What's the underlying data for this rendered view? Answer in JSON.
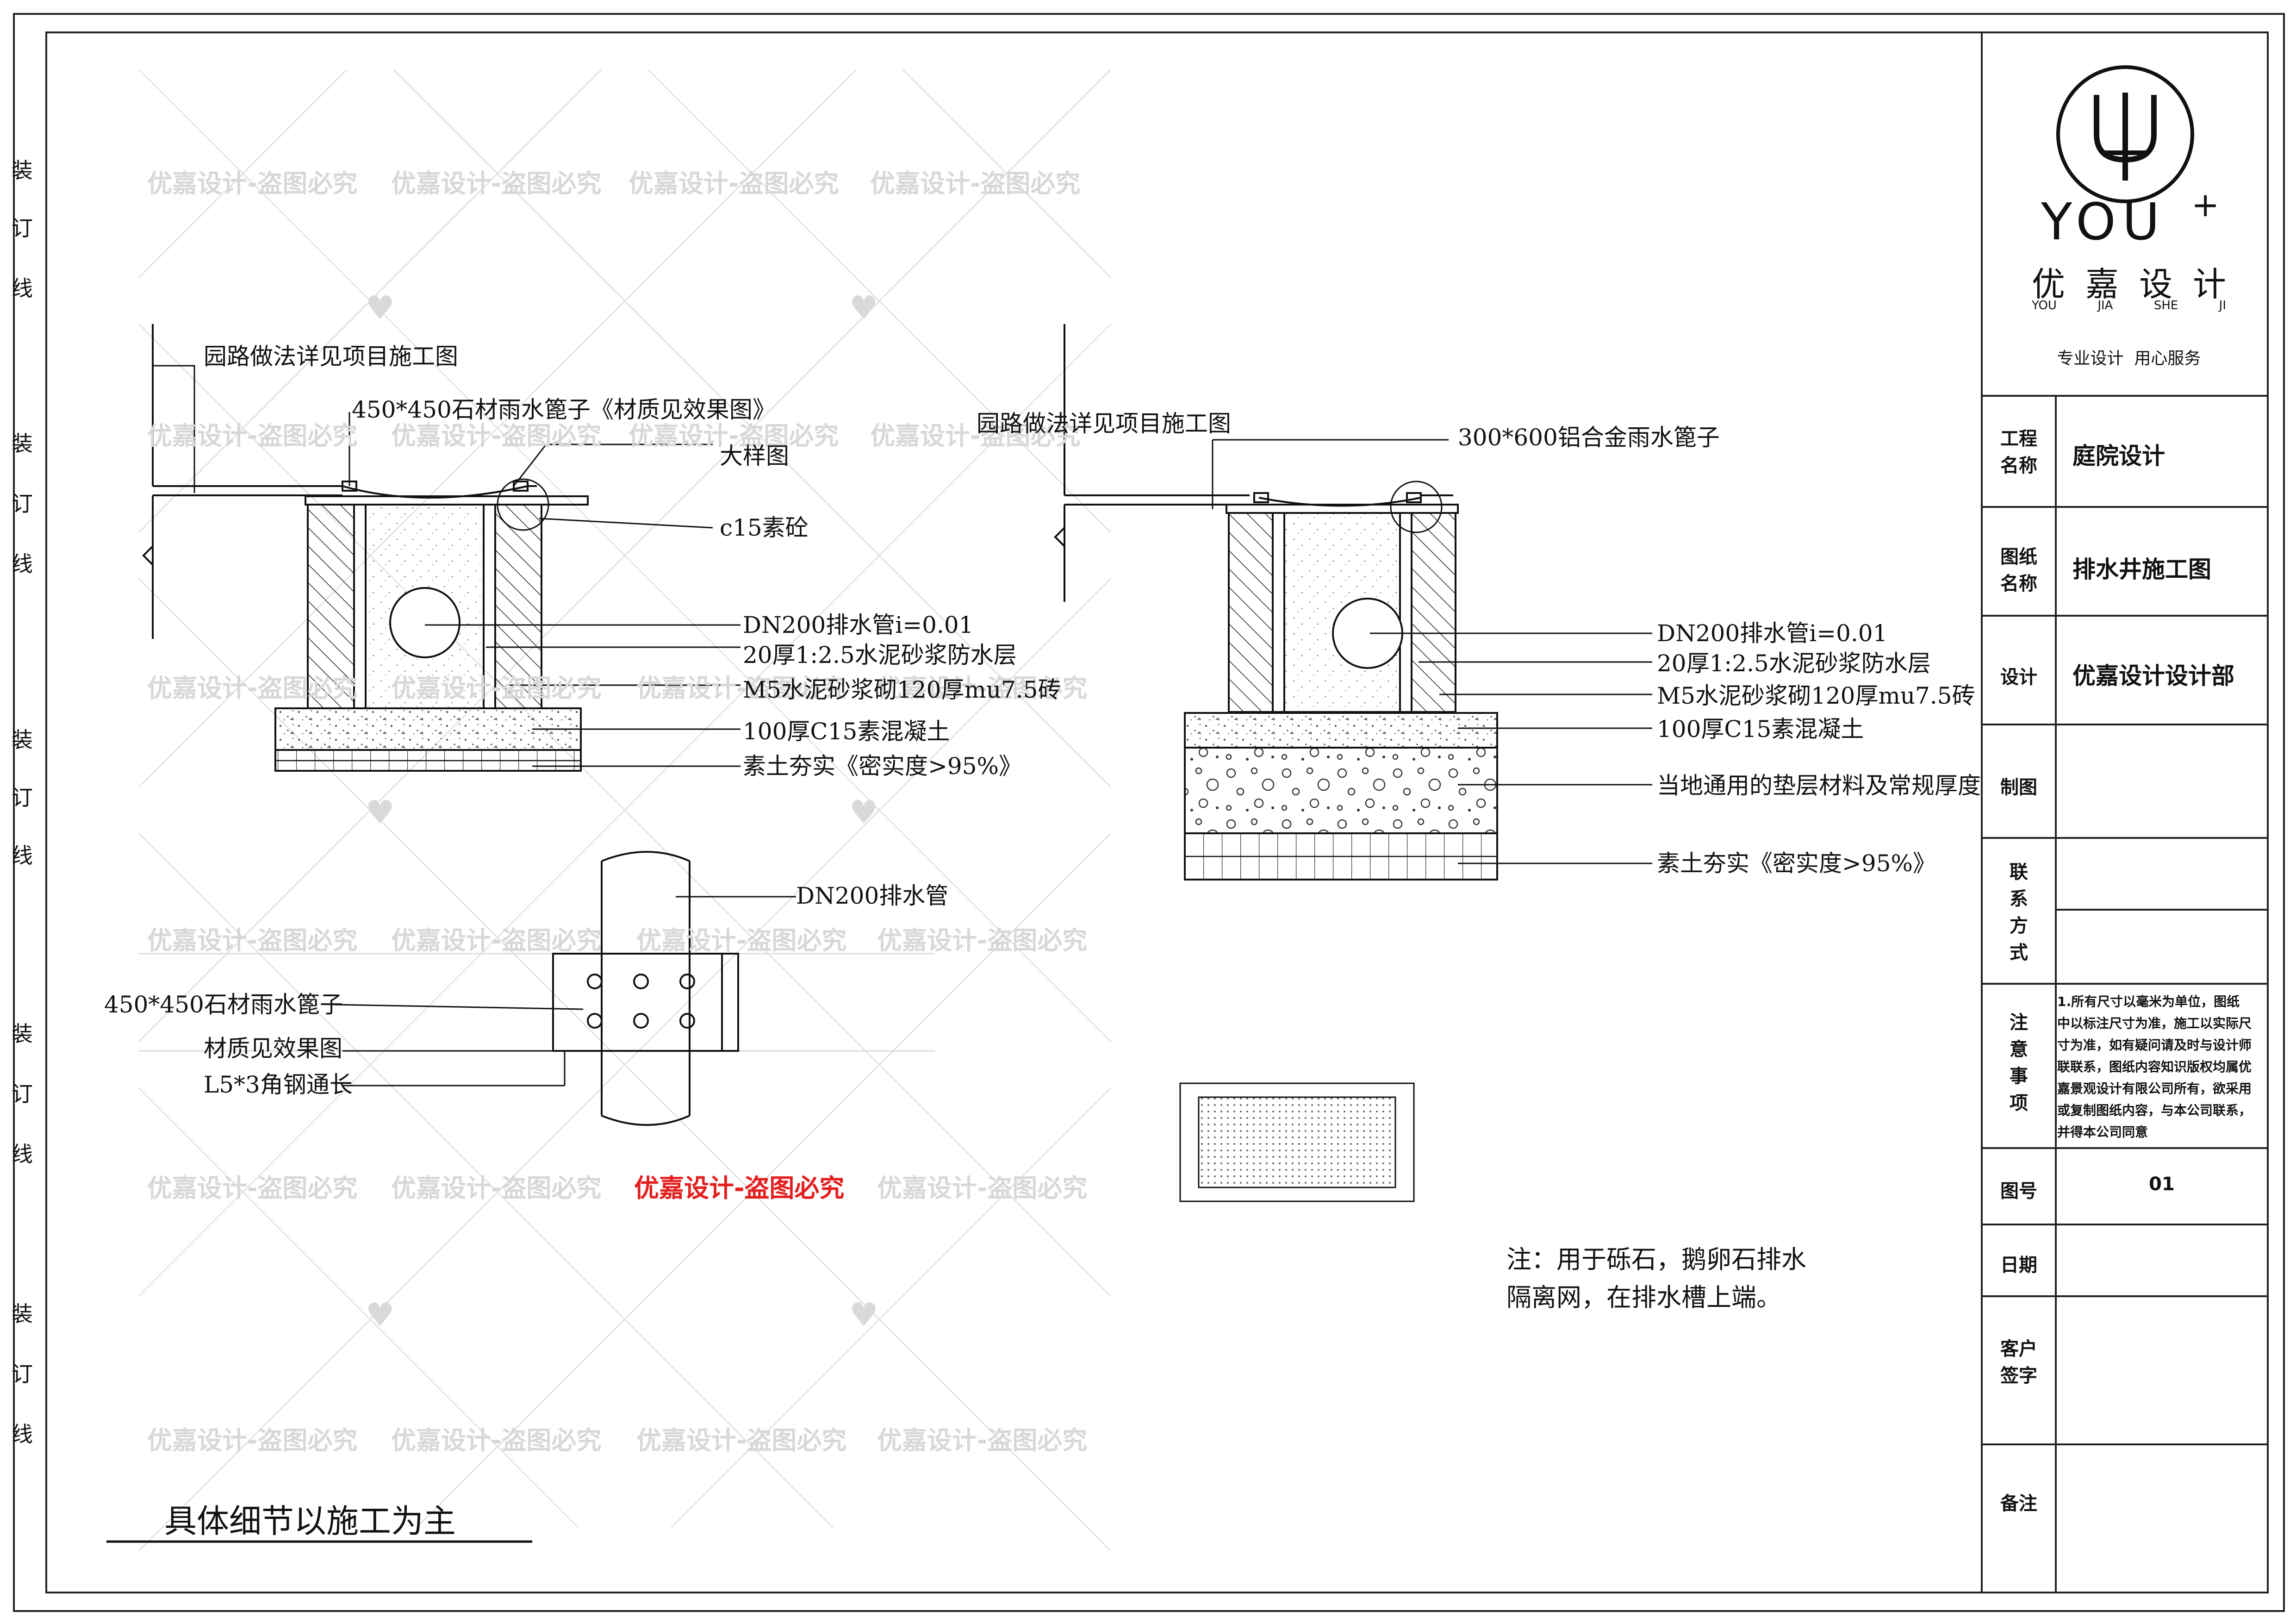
{
  "binding_margin": [
    "装",
    "订",
    "线",
    "装",
    "订",
    "线",
    "装",
    "订",
    "线",
    "装",
    "订",
    "线",
    "装",
    "订",
    "线"
  ],
  "watermark": "优嘉设计-盗图必究",
  "logo": {
    "brand": "YOU",
    "plus": "+",
    "name_cn": [
      "优",
      "嘉",
      "设",
      "计"
    ],
    "name_py": [
      "YOU",
      "JIA",
      "SHE",
      "JI"
    ],
    "slogan": "专业设计  用心服务"
  },
  "title_block": {
    "project_label": "工程\n名称",
    "project_value": "庭院设计",
    "drawing_label": "图纸\n名称",
    "drawing_value": "排水井施工图",
    "design_label": "设计",
    "design_value": "优嘉设计设计部",
    "draft_label": "制图",
    "contact_label": "联\n系\n方\n式",
    "notes_label": "注\n意\n事\n项",
    "notes_value": "1.所有尺寸以毫米为单位，图纸中以标注尺寸为准，施工以实际尺寸为准，如有疑问请及时与设计师联联系，图纸内容知识版权均属优嘉景观设计有限公司所有，欲采用或复制图纸内容，与本公司联系，并得本公司同意",
    "sheet_label": "图号",
    "sheet_value": "01",
    "date_label": "日期",
    "client_label": "客户\n签字",
    "remarks_label": "备注"
  },
  "left_section": {
    "road_note": "园路做法详见项目施工图",
    "grate": "450*450石材雨水篦子《材质见效果图》",
    "detail": "大样图",
    "c15": "c15素砼",
    "pipe": "DN200排水管i=0.01",
    "mortar": "20厚1:2.5水泥砂浆防水层",
    "brick": "M5水泥砂浆砌120厚mu7.5砖",
    "concrete": "100厚C15素混凝土",
    "soil": "素土夯实《密实度>95%》"
  },
  "right_section": {
    "road_note": "园路做法详见项目施工图",
    "grate": "300*600铝合金雨水篦子",
    "pipe": "DN200排水管i=0.01",
    "mortar": "20厚1:2.5水泥砂浆防水层",
    "brick": "M5水泥砂浆砌120厚mu7.5砖",
    "concrete": "100厚C15素混凝土",
    "cushion": "当地通用的垫层材料及常规厚度",
    "soil": "素土夯实《密实度>95%》"
  },
  "plan_section": {
    "pipe": "DN200排水管",
    "grate": "450*450石材雨水篦子",
    "material": "材质见效果图",
    "angle": "L5*3角钢通长"
  },
  "note": "注：用于砾石，鹅卵石排水\n隔离网，在排水槽上端。",
  "footnote": "具体细节以施工为主"
}
